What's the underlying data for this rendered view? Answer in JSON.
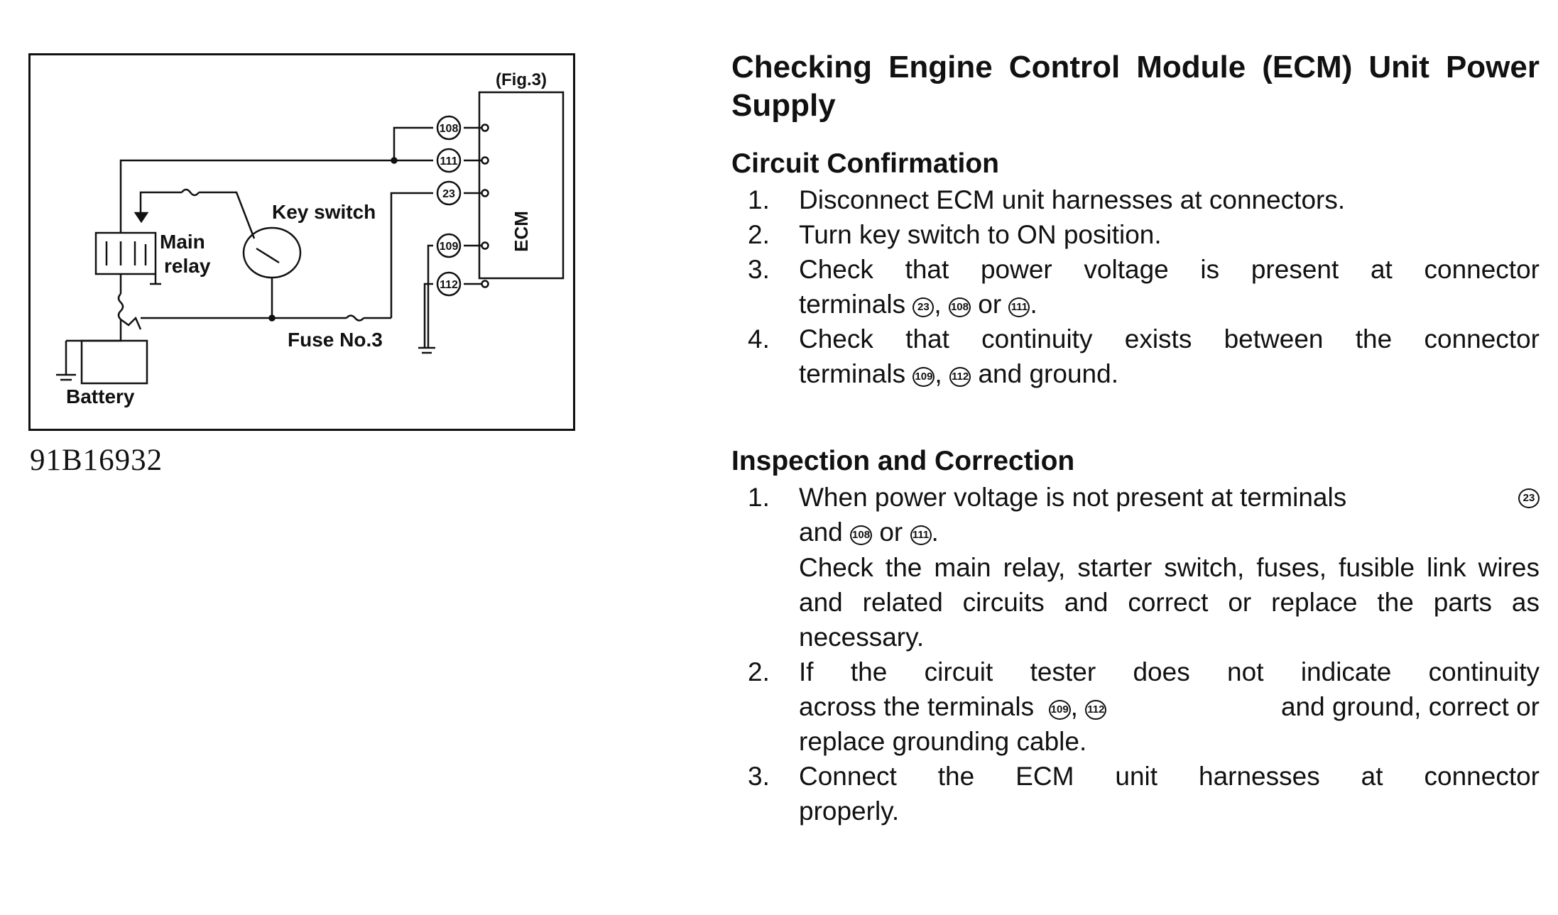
{
  "figure": {
    "fig_label": "(Fig.3)",
    "ecm_label": "ECM",
    "key_switch_label": "Key switch",
    "main_relay_label_1": "Main",
    "main_relay_label_2": "relay",
    "fuse_label": "Fuse No.3",
    "battery_label": "Battery",
    "terminals": [
      "108",
      "111",
      "23",
      "109",
      "112"
    ],
    "figure_code": "91B16932"
  },
  "document": {
    "title": "Checking Engine Control Module (ECM) Unit Power Supply",
    "circuit_confirmation": {
      "heading": "Circuit Confirmation",
      "steps": [
        {
          "num": "1.",
          "text": "Disconnect ECM unit harnesses at connectors."
        },
        {
          "num": "2.",
          "text": "Turn key switch to ON position."
        },
        {
          "num": "3.",
          "line1": "Check that power voltage is present at connector",
          "line2_prefix": "terminals",
          "t1": "23",
          "sep1": ",",
          "t2": "108",
          "sep2": "or",
          "t3": "111",
          "end": "."
        },
        {
          "num": "4.",
          "line1": "Check that continuity exists between the connector",
          "line2_prefix": "terminals",
          "t1": "109",
          "sep1": ",",
          "t2": "112",
          "end": "and ground."
        }
      ]
    },
    "inspection_correction": {
      "heading": "Inspection and Correction",
      "steps": [
        {
          "num": "1.",
          "line1": "When power voltage is not present at terminals",
          "t1": "23",
          "line2_prefix": "and",
          "t2": "108",
          "sep": "or",
          "t3": "111",
          "end": ".",
          "para": "Check the main relay, starter switch, fuses, fusible link wires and related circuits and correct or replace the parts as necessary."
        },
        {
          "num": "2.",
          "line1": "If the circuit tester does not indicate continuity",
          "line2_prefix": "across the terminals",
          "t1": "109",
          "sep": ",",
          "t2": "112",
          "line2_suffix": "and ground, correct or",
          "line3": "replace grounding cable."
        },
        {
          "num": "3.",
          "line1": "Connect the ECM unit harnesses at connector",
          "line2": "properly."
        }
      ]
    }
  }
}
